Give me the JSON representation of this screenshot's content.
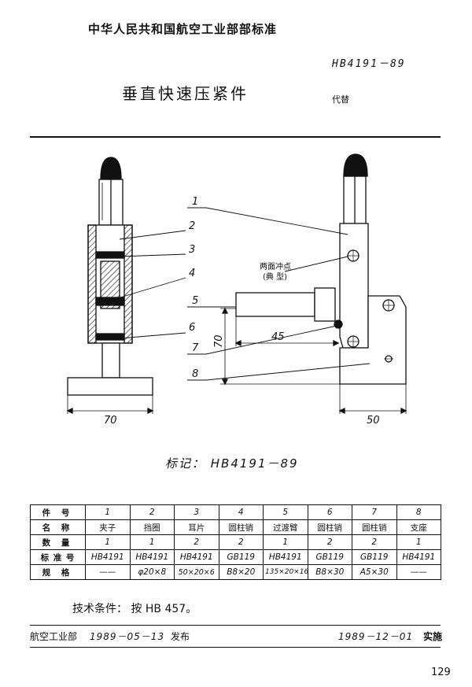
{
  "header": {
    "org": "中华人民共和国航空工业部部标准",
    "code": "HB4191－89",
    "title": "垂直快速压紧件",
    "replaces": "代替"
  },
  "drawing": {
    "callouts": [
      "1",
      "2",
      "3",
      "4",
      "5",
      "6",
      "7",
      "8"
    ],
    "dims": {
      "base_width_left": "70",
      "base_width_right": "50",
      "height": "70",
      "reach": "45"
    },
    "note": "两面冲点",
    "note2": "(典 型)"
  },
  "marking": "标记： HB4191－89",
  "table": {
    "row_labels": [
      "件 号",
      "名 称",
      "数 量",
      "标 准 号",
      "规 格"
    ],
    "columns": [
      {
        "no": "1",
        "name": "夹子",
        "qty": "1",
        "std": "HB4191",
        "spec": "——"
      },
      {
        "no": "2",
        "name": "挡圈",
        "qty": "1",
        "std": "HB4191",
        "spec": "φ20×8"
      },
      {
        "no": "3",
        "name": "耳片",
        "qty": "2",
        "std": "HB4191",
        "spec": "50×20×6"
      },
      {
        "no": "4",
        "name": "圆柱销",
        "qty": "2",
        "std": "GB119",
        "spec": "B8×20"
      },
      {
        "no": "5",
        "name": "过渡臂",
        "qty": "1",
        "std": "HB4191",
        "spec": "135×20×16"
      },
      {
        "no": "6",
        "name": "圆柱销",
        "qty": "2",
        "std": "GB119",
        "spec": "B8×30"
      },
      {
        "no": "7",
        "name": "圆柱销",
        "qty": "2",
        "std": "GB119",
        "spec": "A5×30"
      },
      {
        "no": "8",
        "name": "支座",
        "qty": "1",
        "std": "HB4191",
        "spec": "——"
      }
    ]
  },
  "tech": "技术条件： 按 HB 457。",
  "footer": {
    "issuer": "航空工业部",
    "issue_date": "1989－05－13",
    "issued": "发布",
    "effective_date": "1989－12－01",
    "implement": "实施"
  },
  "page_number": "129"
}
